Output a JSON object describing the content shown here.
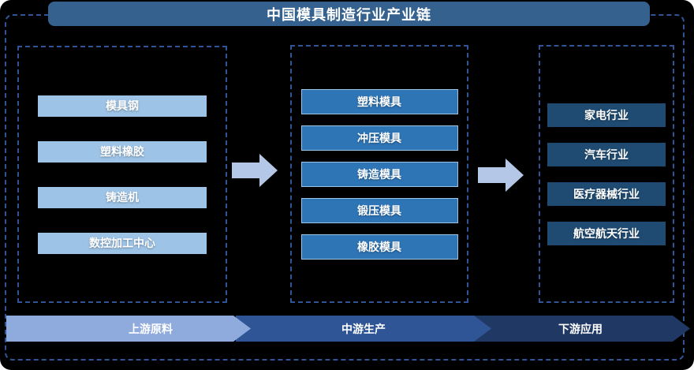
{
  "title": "中国模具制造行业产业链",
  "columns": [
    {
      "id": "upstream",
      "items": [
        "模具钢",
        "塑料橡胶",
        "铸造机",
        "数控加工中心"
      ]
    },
    {
      "id": "midstream",
      "items": [
        "塑料模具",
        "冲压模具",
        "铸造模具",
        "锻压模具",
        "橡胶模具"
      ]
    },
    {
      "id": "downstream",
      "items": [
        "家电行业",
        "汽车行业",
        "医疗器械行业",
        "航空航天行业"
      ]
    }
  ],
  "stages": [
    {
      "label": "上游原料",
      "color": "#8FAADC"
    },
    {
      "label": "中游生产",
      "color": "#2F5597"
    },
    {
      "label": "下游应用",
      "color": "#203864"
    }
  ],
  "colors": {
    "background": "#000000",
    "title_bar": "#35618F",
    "dashed_border": "#2F5597",
    "upstream_box": "#9DC3E6",
    "midstream_box": "#2E75B6",
    "midstream_border": "#9DC3E6",
    "downstream_box": "#1F4B72",
    "arrow": "#B4C7E7"
  }
}
